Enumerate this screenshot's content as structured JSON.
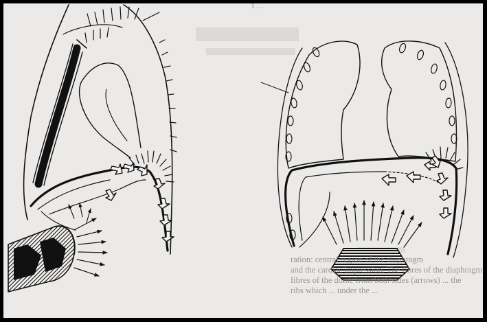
{
  "page_number": "1…",
  "caption": {
    "lines": [
      "ration: central region of the diaphragm",
      "and the cardiac impression. The fibres of the diaphragm",
      "fibres of the dome from both sides (arrows) ... the",
      "ribs which ... under the ..."
    ]
  },
  "figure": {
    "left_panel": "lateral view, diaphragm dome with probe at left",
    "right_panel": "frontal view, diaphragm dome with probe below"
  }
}
